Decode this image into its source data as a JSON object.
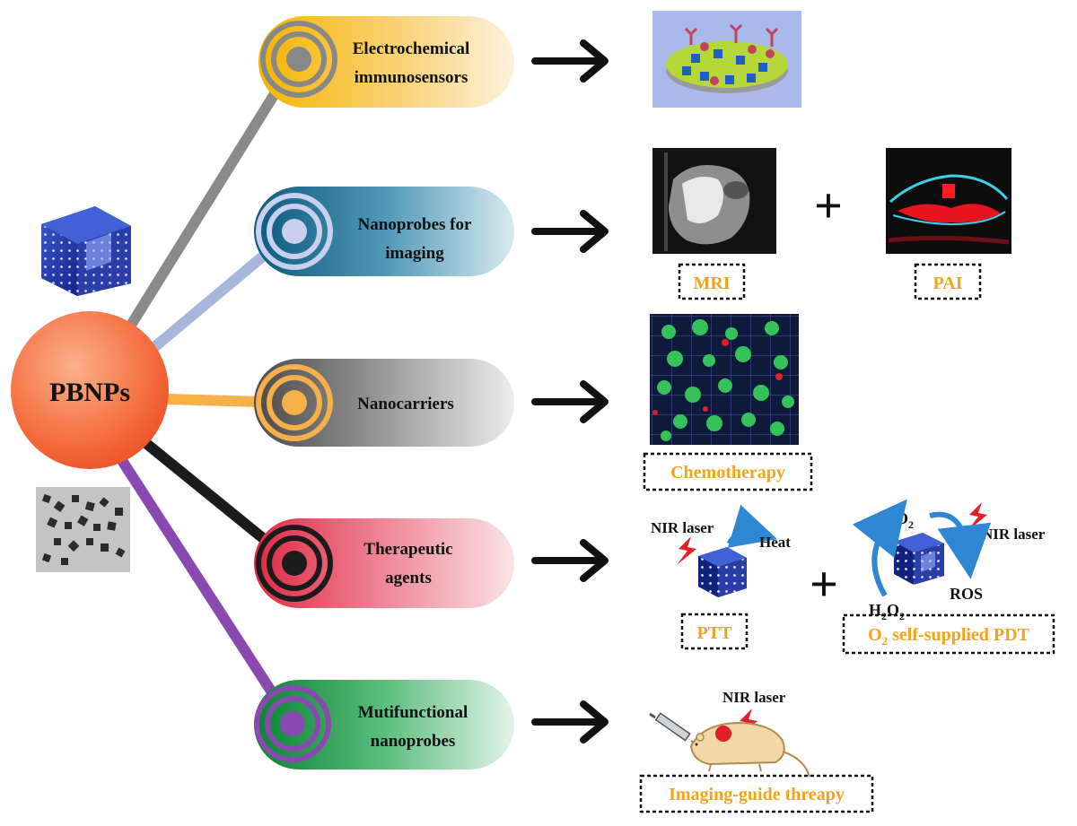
{
  "center": {
    "label": "PBNPs",
    "color": "#f46a3c"
  },
  "branches": [
    {
      "id": "electrochemical",
      "line1": "Electrochemical",
      "line2": "immunosensors",
      "line_color": "#8a8a8a",
      "pill_color": "#f6b500"
    },
    {
      "id": "imaging",
      "line1": "Nanoprobes for",
      "line2": "imaging",
      "line_color": "#a9b6dc",
      "pill_color": "#0d5d82"
    },
    {
      "id": "nanocarriers",
      "line1": "Nanocarriers",
      "line2": "",
      "line_color": "#f5b04a",
      "pill_color": "#555555"
    },
    {
      "id": "therapeutic",
      "line1": "Therapeutic",
      "line2": "agents",
      "line_color": "#1b1b1b",
      "pill_color": "#e8384f"
    },
    {
      "id": "multifunctional",
      "line1": "Mutifunctional",
      "line2": "nanoprobes",
      "line_color": "#8a49b0",
      "pill_color": "#0f8a3a"
    }
  ],
  "outcomes": {
    "mri": "MRI",
    "pai": "PAI",
    "chemotherapy": "Chemotherapy",
    "ptt": "PTT",
    "pdt_o": "O",
    "pdt_sub": "2",
    "pdt_rest": " self-supplied PDT",
    "imaging_guide": "Imaging-guide threapy"
  },
  "annotations": {
    "nir_laser": "NIR laser",
    "heat": "Heat",
    "o2": "O",
    "o2_sub": "2",
    "ros": "ROS",
    "h2o2_h": "H",
    "h2o2_sub1": "2",
    "h2o2_o": "O",
    "h2o2_sub2": "2"
  },
  "symbols": {
    "plus": "+"
  },
  "colors": {
    "outcome_text": "#f3a21a",
    "arrow": "#111111"
  }
}
